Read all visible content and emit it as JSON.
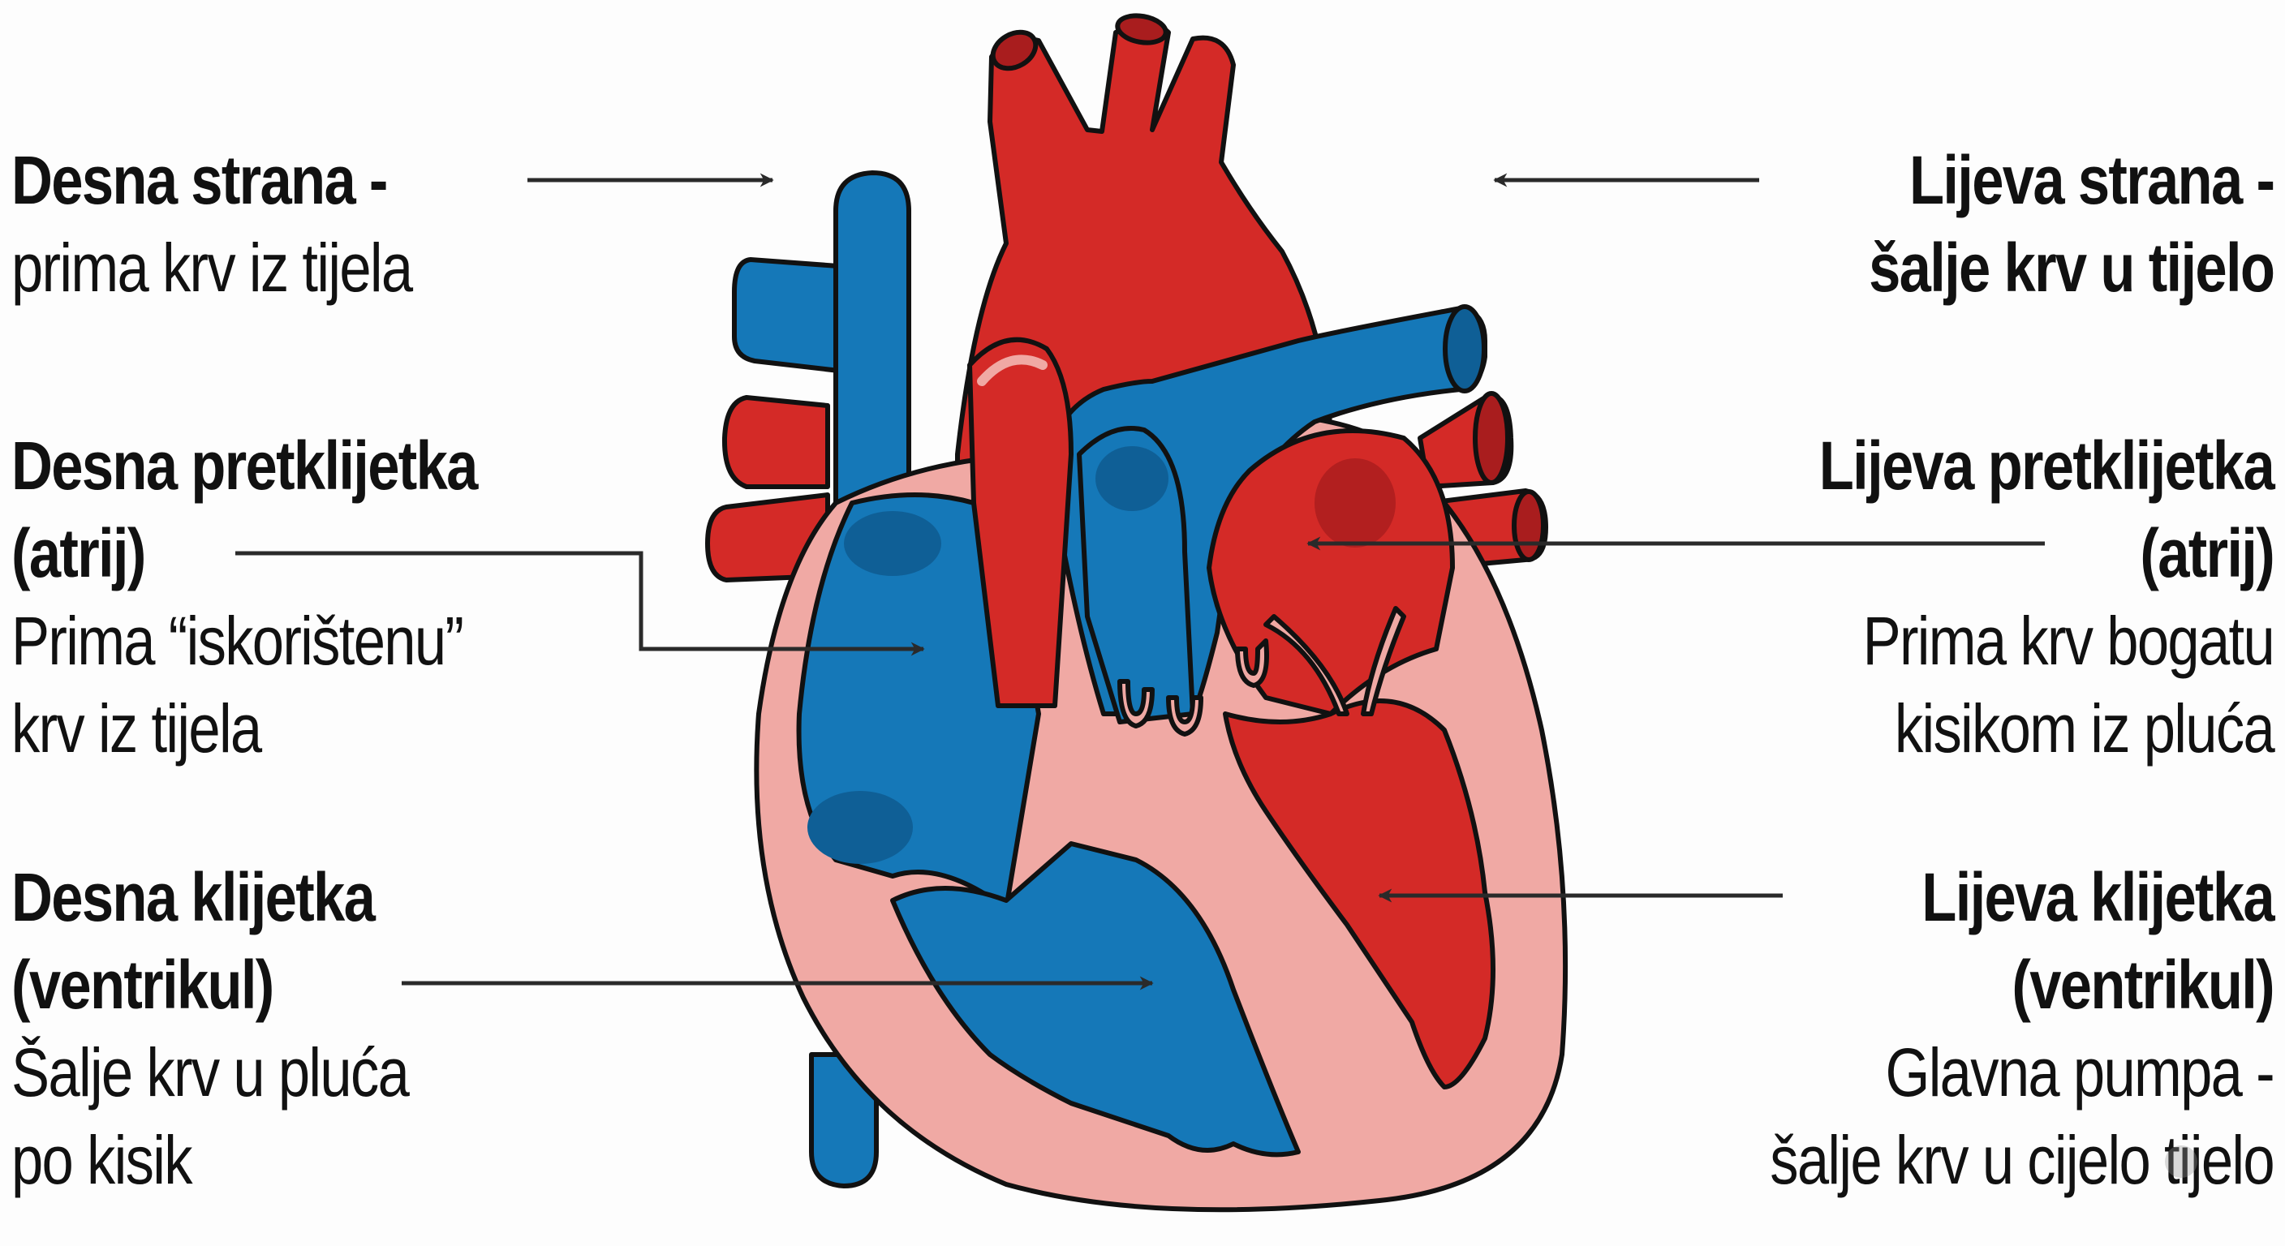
{
  "diagram": {
    "subject": "Heart anatomy",
    "colors": {
      "deoxygenated_blue": "#1578b8",
      "deoxygenated_blue_shadow": "#0f5f96",
      "oxygenated_red": "#d42a27",
      "oxygenated_red_shadow": "#a91d1e",
      "muscle_pink": "#f0a9a4",
      "outline": "#111111",
      "arrow": "#2a2a2a",
      "background": "#fdfdfd"
    },
    "labels": {
      "right_side": {
        "title": "Desna strana -",
        "desc": [
          "prima krv iz tijela"
        ]
      },
      "left_side": {
        "title": [
          "Lijeva strana -",
          "šalje krv u tijelo"
        ]
      },
      "right_atrium": {
        "title": [
          "Desna pretklijetka",
          "(atrij)"
        ],
        "desc": [
          "Prima “iskorištenu”",
          "krv iz tijela"
        ]
      },
      "left_atrium": {
        "title": [
          "Lijeva pretklijetka",
          "(atrij)"
        ],
        "desc": [
          "Prima krv bogatu",
          "kisikom iz pluća"
        ]
      },
      "right_ventricle": {
        "title": [
          "Desna klijetka",
          "(ventrikul)"
        ],
        "desc": [
          "Šalje krv u pluća",
          "po kisik"
        ]
      },
      "left_ventricle": {
        "title": [
          "Lijeva klijetka",
          "(ventrikul)"
        ],
        "desc": [
          "Glavna pumpa -",
          "šalje krv u cijelo tijelo"
        ]
      }
    }
  }
}
